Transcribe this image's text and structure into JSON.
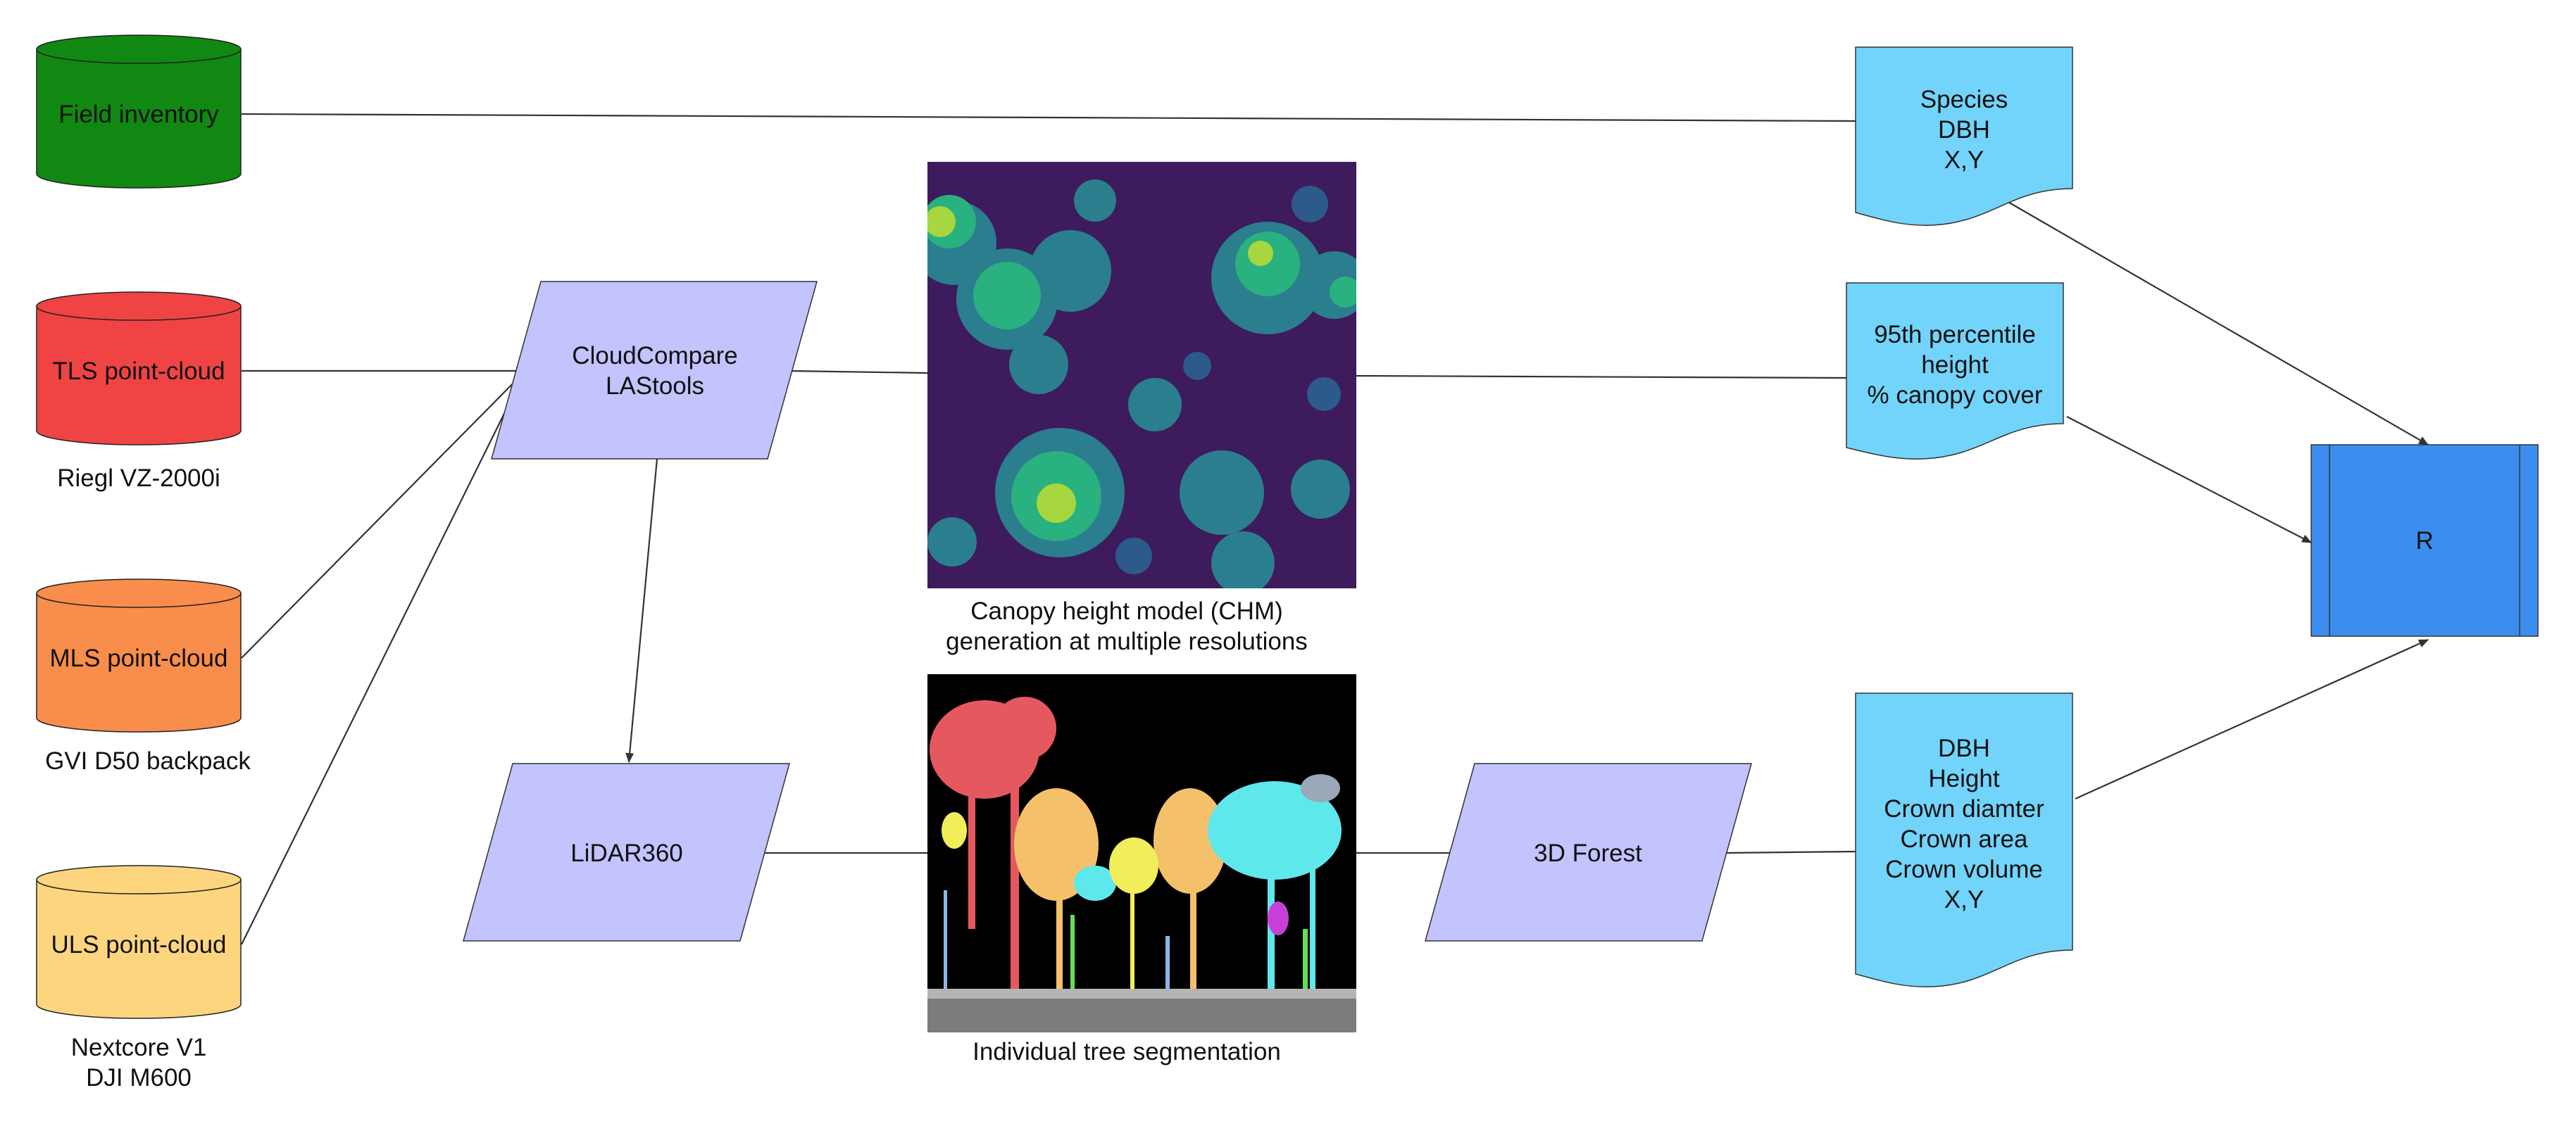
{
  "sources": [
    {
      "id": "field",
      "label": "Field inventory",
      "caption": [],
      "color": "#118811"
    },
    {
      "id": "tls",
      "label": "TLS point-cloud",
      "caption": [
        "Riegl VZ-2000i"
      ],
      "color": "#f04444"
    },
    {
      "id": "mls",
      "label": "MLS point-cloud",
      "caption": [
        "GVI D50 backpack"
      ],
      "color": "#f98d4b"
    },
    {
      "id": "uls",
      "label": "ULS point-cloud",
      "caption": [
        "Nextcore V1",
        "DJI M600"
      ],
      "color": "#fed57f"
    }
  ],
  "processes": [
    {
      "id": "cloudcompare",
      "lines": [
        "CloudCompare",
        "LAStools"
      ],
      "color": "#c3c3fd"
    },
    {
      "id": "lidar360",
      "lines": [
        "LiDAR360"
      ],
      "color": "#c3c3fd"
    },
    {
      "id": "forest3d",
      "lines": [
        "3D Forest"
      ],
      "color": "#c3c3fd"
    }
  ],
  "images": [
    {
      "id": "chm",
      "caption": [
        "Canopy height model (CHM)",
        "generation at multiple resolutions"
      ]
    },
    {
      "id": "segmentation",
      "caption": [
        "Individual tree segmentation"
      ]
    }
  ],
  "documents": [
    {
      "id": "doc-species",
      "lines": [
        "Species",
        "DBH",
        "X,Y"
      ],
      "color": "#72d4fb"
    },
    {
      "id": "doc-canopy",
      "lines": [
        "95th percentile",
        "height",
        "% canopy cover"
      ],
      "color": "#72d4fb"
    },
    {
      "id": "doc-tree",
      "lines": [
        "DBH",
        "Height",
        "Crown diamter",
        "Crown area",
        "Crown volume",
        "X,Y"
      ],
      "color": "#72d4fb"
    }
  ],
  "output": {
    "id": "r",
    "label": "R",
    "color": "#3b8ef0"
  }
}
